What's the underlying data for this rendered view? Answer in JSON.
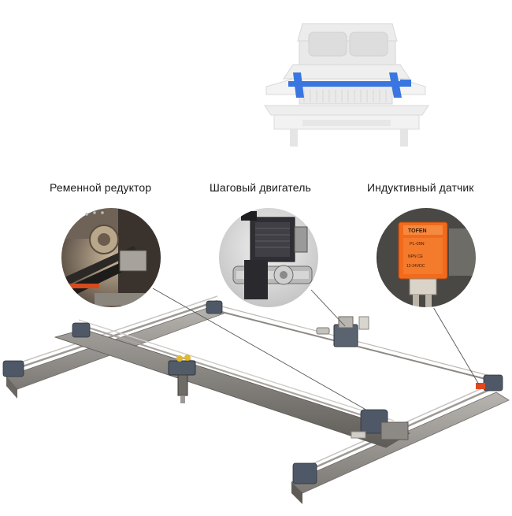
{
  "callouts": [
    {
      "id": "belt-reducer",
      "label": "Ременной редуктор"
    },
    {
      "id": "stepper-motor",
      "label": "Шаговый двигатель"
    },
    {
      "id": "inductive-sensor",
      "label": "Индуктивный датчик"
    }
  ],
  "sensor_box_text": {
    "brand": "TOFEN",
    "model": "PL-05N",
    "line1": "NPN  CE",
    "line2": "12-24VDC"
  },
  "colors": {
    "highlight_blue": "#2f6fe0",
    "rail_gray": "#8d8a86",
    "sensor_orange": "#f26a1b",
    "leader_line": "#555555"
  }
}
